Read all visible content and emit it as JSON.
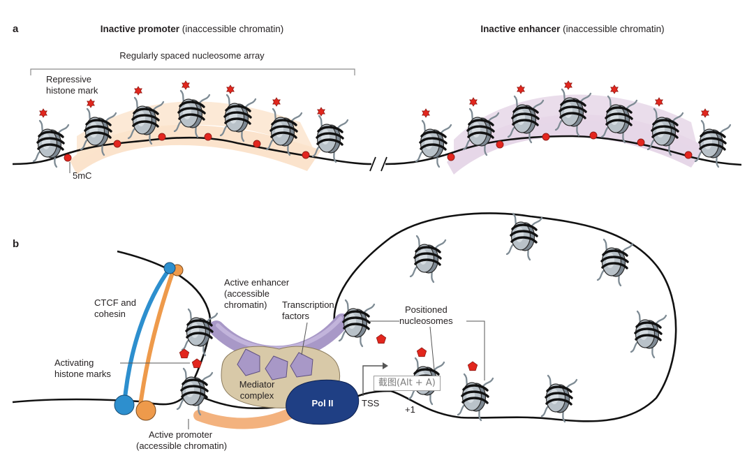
{
  "panel_a": {
    "letter": "a",
    "promoter_title_bold": "Inactive promoter",
    "promoter_title_rest": " (inaccessible chromatin)",
    "enhancer_title_bold": "Inactive enhancer",
    "enhancer_title_rest": " (inaccessible chromatin)",
    "array_label": "Regularly spaced nucleosome array",
    "repressive_mark_line1": "Repressive",
    "repressive_mark_line2": "histone mark",
    "methyl_label": "5mC"
  },
  "panel_b": {
    "letter": "b",
    "ctcf_line1": "CTCF and",
    "ctcf_line2": "cohesin",
    "active_enhancer_line1": "Active enhancer",
    "active_enhancer_line2": "(accessible",
    "active_enhancer_line3": "chromatin)",
    "tf_line1": "Transcription",
    "tf_line2": "factors",
    "positioned_line1": "Positioned",
    "positioned_line2": "nucleosomes",
    "activating_line1": "Activating",
    "activating_line2": "histone marks",
    "mediator_line1": "Mediator",
    "mediator_line2": "complex",
    "pol2": "Pol II",
    "tss": "TSS",
    "plus_one": "+1",
    "active_promoter_line1": "Active promoter",
    "active_promoter_line2": "(accessible chromatin)"
  },
  "screenshot_tooltip": "截图(Alt + A)",
  "colors": {
    "promoter_shading": "#fbe3cc",
    "enhancer_shading": "#e6d7e8",
    "histone_mark": "#e2261d",
    "methyl_mark": "#e3261f",
    "ctcf": "#2d8fce",
    "cohesin": "#ee9a4b",
    "enhancer_rna": "#a898c7",
    "promoter_rna": "#f3b27e",
    "mediator": "#d8c9a8",
    "pol2": "#1f3f84",
    "nucleosome": "#aab4bc"
  }
}
